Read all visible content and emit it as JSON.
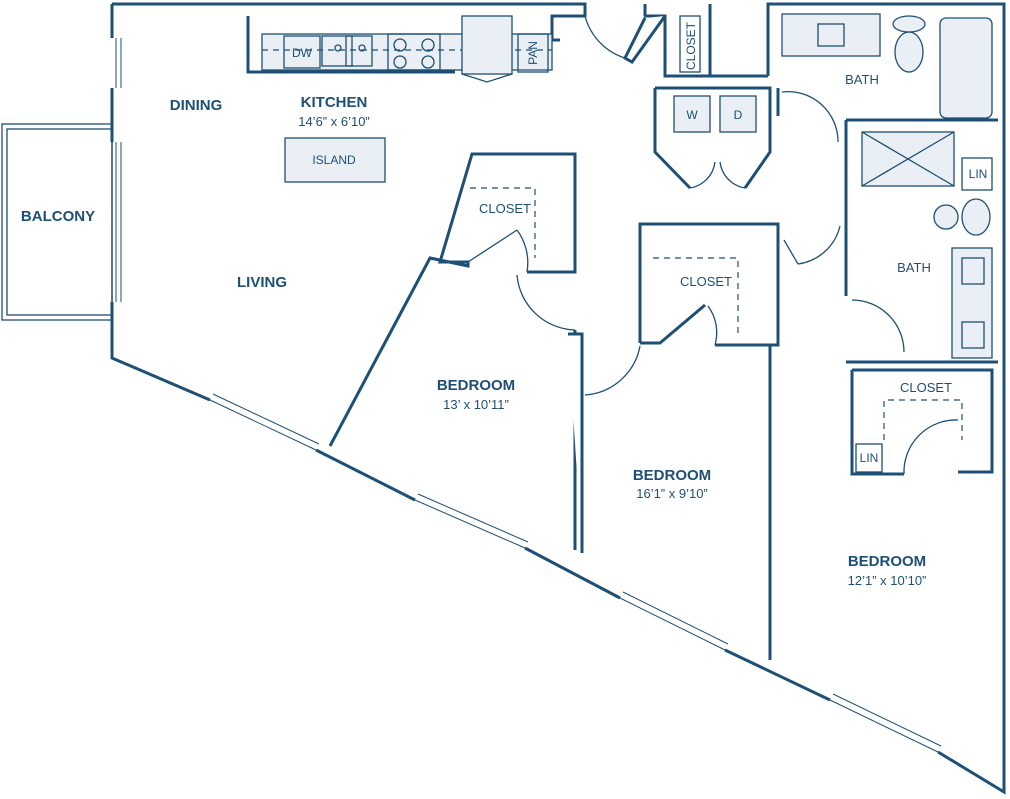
{
  "rooms": {
    "dining": "DINING",
    "kitchen": "KITCHEN",
    "kitchen_dim": "14’6” x 6’10”",
    "island": "ISLAND",
    "living": "LIVING",
    "balcony": "BALCONY",
    "bedroom1": "BEDROOM",
    "bedroom1_dim": "13’ x 10’11”",
    "bedroom2": "BEDROOM",
    "bedroom2_dim": "16’1” x 9’10”",
    "bedroom3": "BEDROOM",
    "bedroom3_dim": "12’1” x 10’10”",
    "bath1": "BATH",
    "bath2": "BATH"
  },
  "fixtures": {
    "dishwasher": "DW",
    "pantry": "PAN",
    "washer": "W",
    "dryer": "D",
    "closet_entry": "CLOSET",
    "closet_bed1": "CLOSET",
    "closet_bed2": "CLOSET",
    "closet_bed3": "CLOSET",
    "linen_bath": "LIN",
    "linen_bed3": "LIN"
  },
  "colors": {
    "wall": "#1e4f74",
    "fixture_fill": "#e9eff4"
  }
}
